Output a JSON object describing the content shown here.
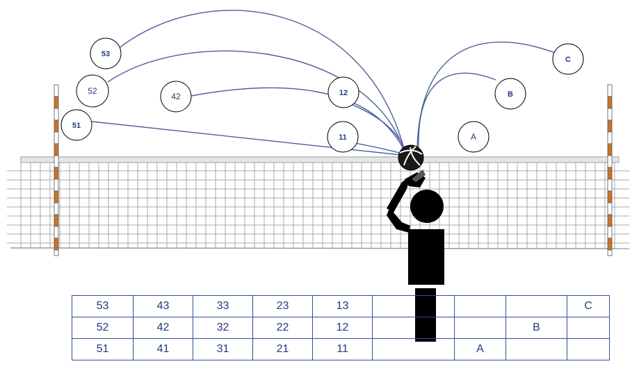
{
  "attack_zones": [
    "53",
    "52",
    "51",
    "42",
    "12",
    "11",
    "A",
    "B",
    "C"
  ],
  "zone_grid": {
    "rows": [
      [
        "53",
        "43",
        "33",
        "23",
        "13",
        "",
        "",
        "",
        "C"
      ],
      [
        "52",
        "42",
        "32",
        "22",
        "12",
        "",
        "",
        "B",
        ""
      ],
      [
        "51",
        "41",
        "31",
        "21",
        "11",
        "",
        "A",
        "",
        ""
      ]
    ]
  },
  "colors": {
    "trajectory": "#4a5f9a",
    "grid_border": "#2e4f9a",
    "text": "#1f3a80",
    "antenna_stripe": "#c8742a",
    "player": "#000000"
  }
}
